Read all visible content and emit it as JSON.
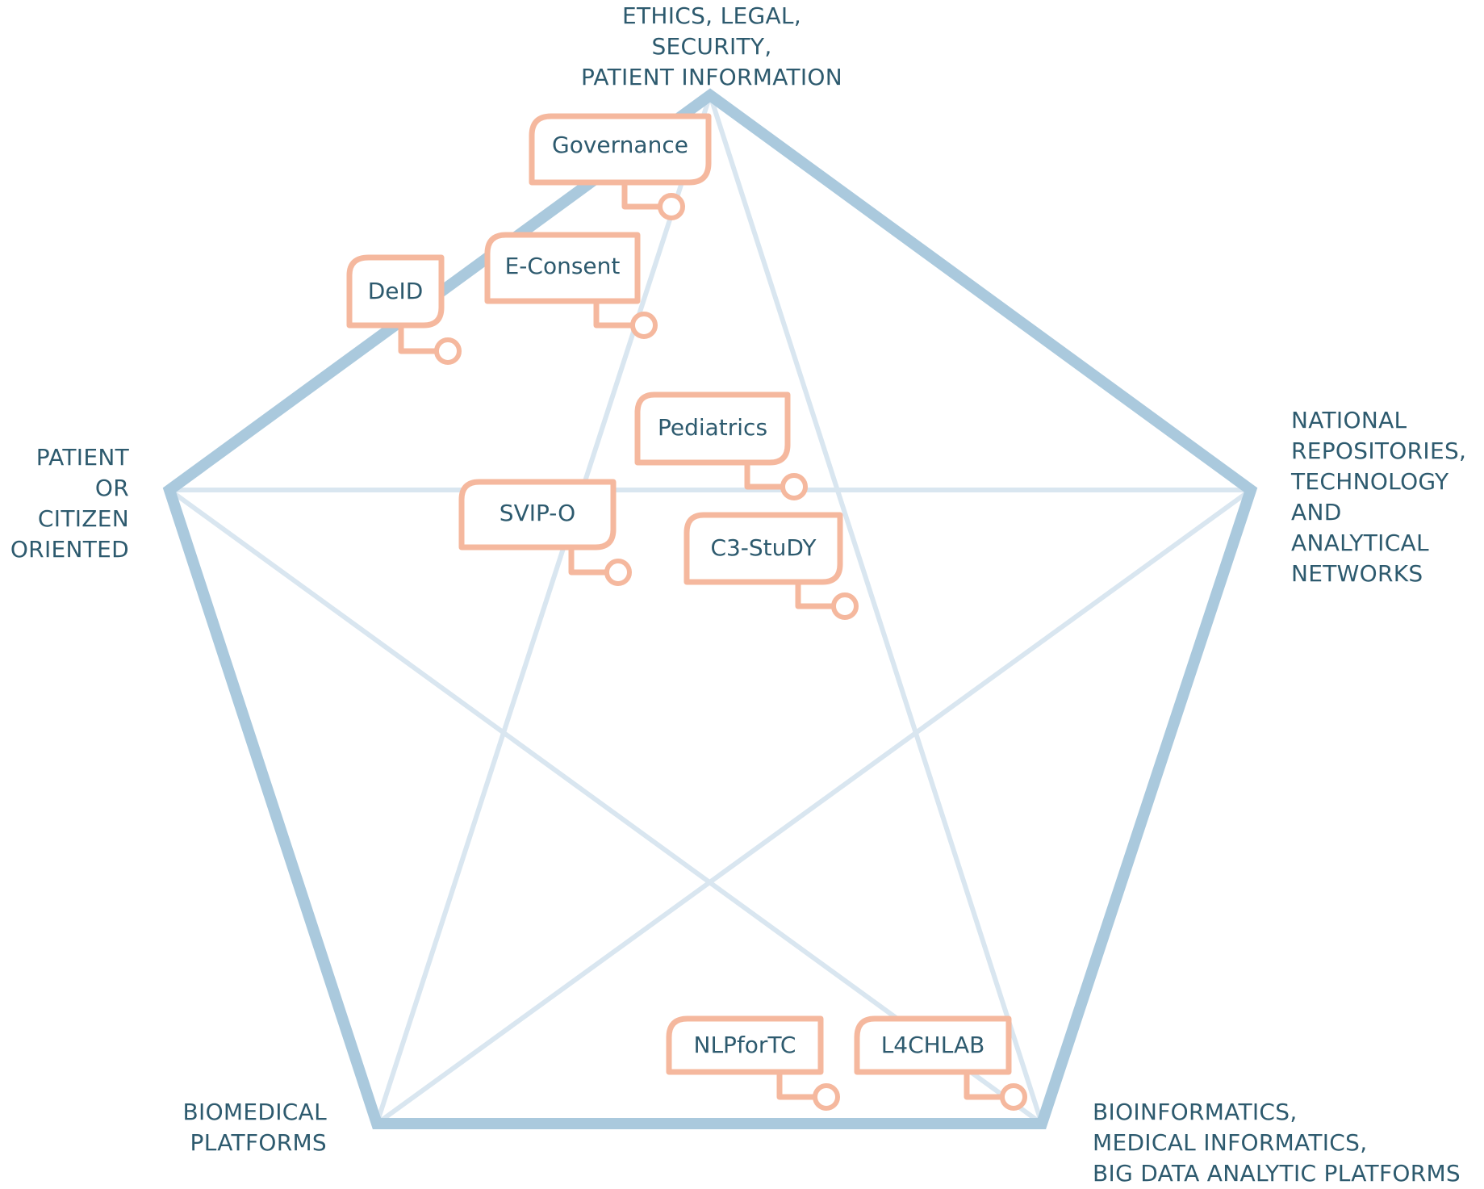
{
  "colors": {
    "outline": "#aac9dd",
    "inner": "#d9e6f0",
    "tag": "#f5b89e",
    "text": "#2d5a6e"
  },
  "vertices": {
    "top": "ETHICS, LEGAL, SECURITY,\nPATIENT INFORMATION",
    "left": "PATIENT\nOR CITIZEN\nORIENTED",
    "right": "NATIONAL\nREPOSITORIES,\nTECHNOLOGY\nAND ANALYTICAL\nNETWORKS",
    "bottom_left": "BIOMEDICAL\nPLATFORMS",
    "bottom_right": "BIOINFORMATICS,\nMEDICAL INFORMATICS,\nBIG DATA ANALYTIC PLATFORMS"
  },
  "tags": {
    "governance": "Governance",
    "econsent": "E-Consent",
    "deid": "DeID",
    "pediatrics": "Pediatrics",
    "svipo": "SVIP-O",
    "c3study": "C3-StuDY",
    "nlpfortc": "NLPforTC",
    "l4chlab": "L4CHLAB"
  }
}
